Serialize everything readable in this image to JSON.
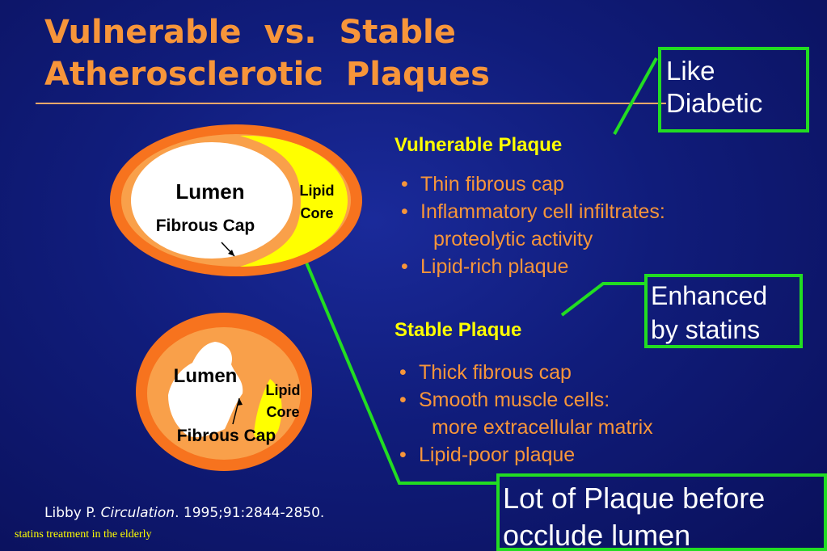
{
  "title": {
    "line1": "Vulnerable vs. Stable",
    "line2": "Atherosclerotic Plaques"
  },
  "vulnerable": {
    "heading": "Vulnerable Plaque",
    "bullets": [
      "Thin fibrous cap",
      "Inflammatory cell infiltrates:",
      "proteolytic activity",
      "Lipid-rich plaque"
    ]
  },
  "stable": {
    "heading": "Stable Plaque",
    "bullets": [
      "Thick fibrous cap",
      "Smooth muscle cells:",
      "more extracellular matrix",
      "Lipid-poor plaque"
    ]
  },
  "diagram_top": {
    "lumen": "Lumen",
    "lipid": "Lipid",
    "core": "Core",
    "fibrous_cap": "Fibrous Cap"
  },
  "diagram_bottom": {
    "lumen": "Lumen",
    "lipid": "Lipid",
    "core": "Core",
    "fibrous_cap": "Fibrous Cap"
  },
  "annotations": {
    "like_diabetic": [
      "Like",
      "Diabetic"
    ],
    "enhanced_by_statins": [
      "Enhanced",
      "by statins"
    ],
    "lot_of_plaque": [
      "Lot of Plaque before",
      "occlude lumen"
    ]
  },
  "citation": {
    "author": "Libby P. ",
    "journal": "Circulation",
    "details": ". 1995;91:2844-2850."
  },
  "footer": "statins treatment in the elderly",
  "colors": {
    "title": "#f7953a",
    "heading": "#ffff00",
    "bullet": "#f7953a",
    "annotation_border": "#22dd22",
    "outer_ring": "#f7731e",
    "inner_ring": "#f9a04a",
    "lipid": "#ffff00"
  }
}
